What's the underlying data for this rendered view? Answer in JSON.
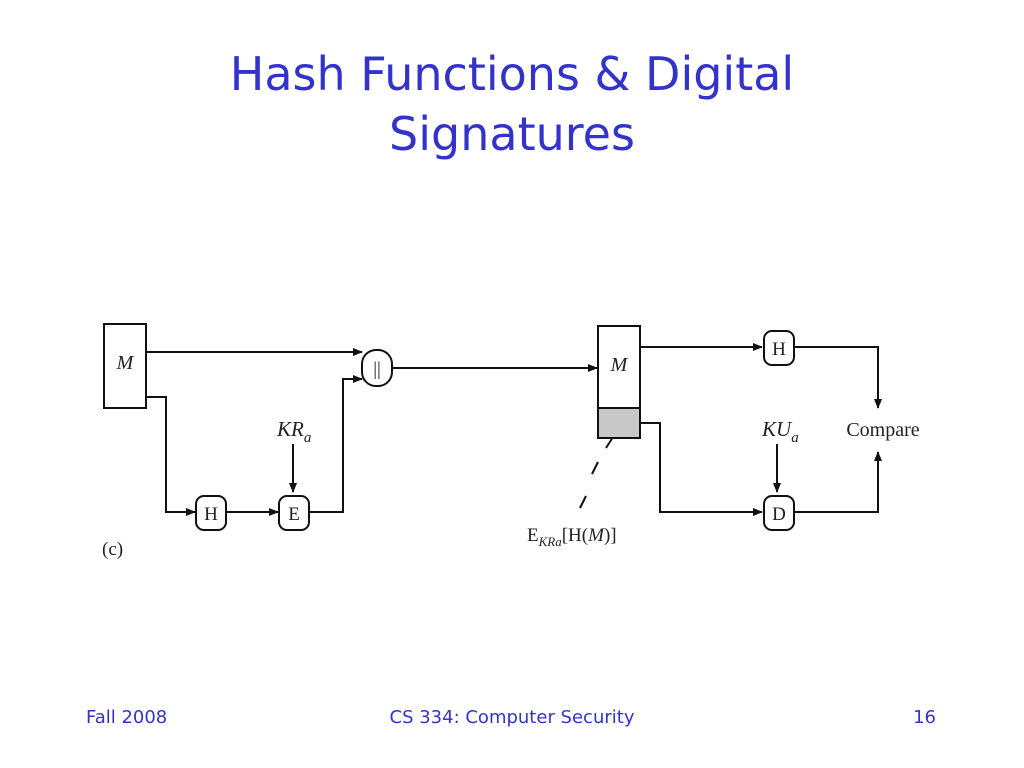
{
  "slide": {
    "title_line1": "Hash Functions & Digital",
    "title_line2": "Signatures"
  },
  "diagram": {
    "sender_message": "M",
    "sender_hash": "H",
    "sender_encrypt": "E",
    "concat": "||",
    "private_key_main": "KR",
    "private_key_sub": "a",
    "receiver_message": "M",
    "receiver_hash": "H",
    "receiver_decrypt": "D",
    "public_key_main": "KU",
    "public_key_sub": "a",
    "compare": "Compare",
    "sig_label_e": "E",
    "sig_label_sub": "KRa",
    "sig_label_rest_open": "[H(",
    "sig_label_m": "M",
    "sig_label_rest_close": ")]",
    "part_label": "(c)"
  },
  "footer": {
    "left": "Fall 2008",
    "center": "CS 334: Computer Security",
    "right": "16"
  }
}
